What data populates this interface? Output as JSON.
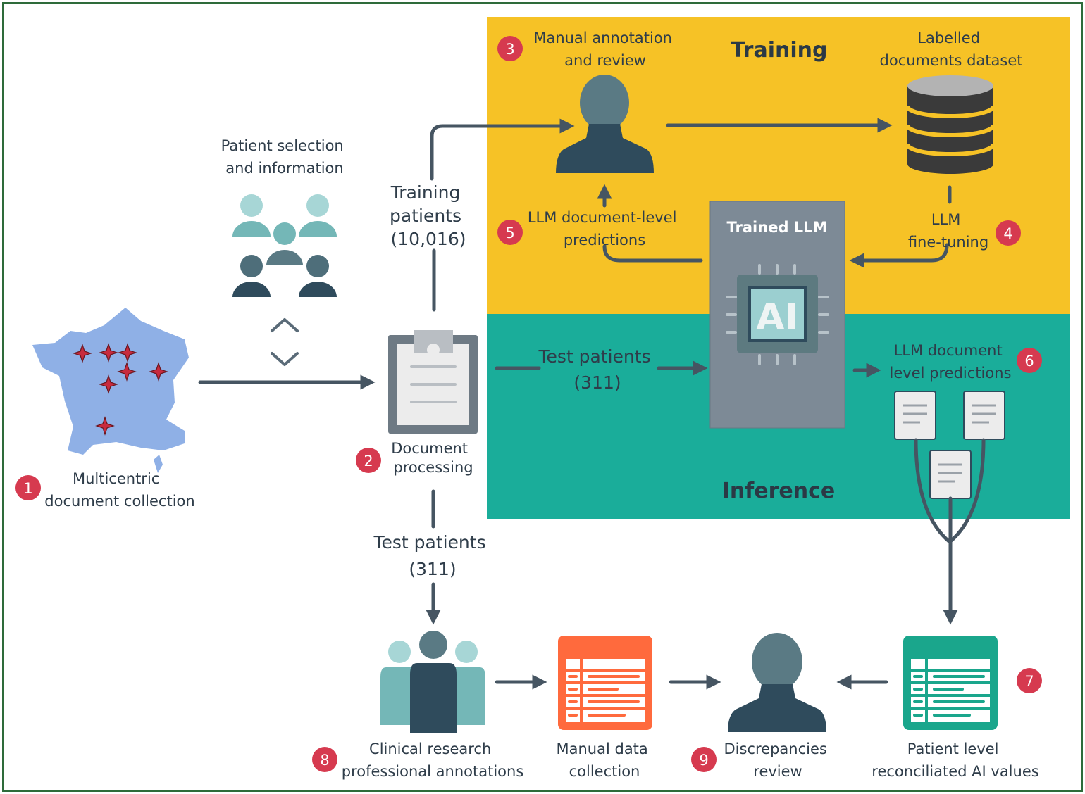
{
  "sections": {
    "training_title": "Training",
    "inference_title": "Inference"
  },
  "labels": {
    "manual_annotation": [
      "Manual annotation",
      "and review"
    ],
    "labelled_dataset": [
      "Labelled",
      "documents dataset"
    ],
    "patient_selection": [
      "Patient selection",
      "and information"
    ],
    "training_patients": [
      "Training",
      "patients",
      "(10,016)"
    ],
    "llm_doc_predictions": [
      "LLM document-level",
      "predictions"
    ],
    "trained_llm": "Trained LLM",
    "llm_finetuning": [
      "LLM",
      "fine-tuning"
    ],
    "ai_chip": "AI",
    "test_patients_inference": [
      "Test patients",
      "(311)"
    ],
    "llm_doc_level_predictions": [
      "LLM document",
      "level predictions"
    ],
    "multicentric": [
      "Multicentric",
      "document collection"
    ],
    "document_processing": [
      "Document",
      "processing"
    ],
    "test_patients_bottom": [
      "Test patients",
      "(311)"
    ],
    "clinical_research": [
      "Clinical research",
      "professional annotations"
    ],
    "manual_data_collection": [
      "Manual data",
      "collection"
    ],
    "discrepancies_review": [
      "Discrepancies",
      "review"
    ],
    "patient_level": [
      "Patient level",
      "reconciliated AI values"
    ]
  },
  "badges": {
    "b1": "1",
    "b2": "2",
    "b3": "3",
    "b4": "4",
    "b5": "5",
    "b6": "6",
    "b7": "7",
    "b8": "8",
    "b9": "9"
  },
  "colors": {
    "training_bg": "#f6c226",
    "inference_bg": "#1aad9a",
    "badge": "#d63a4f",
    "arrow": "#465562",
    "person_dark": "#2f4b5c",
    "person_mid": "#5a7a84",
    "person_light": "#8ec6c6",
    "map_fill": "#8fb0e6",
    "table_orange": "#ff6a3d",
    "table_teal": "#1aa68c",
    "chip_grey": "#7d8a96"
  },
  "icons": [
    "france-map-icon",
    "patient-group-icon",
    "clipboard-icon",
    "annotator-person-icon",
    "database-icon",
    "llm-chip-icon",
    "document-icon",
    "professionals-group-icon",
    "data-table-icon",
    "reviewer-person-icon"
  ]
}
